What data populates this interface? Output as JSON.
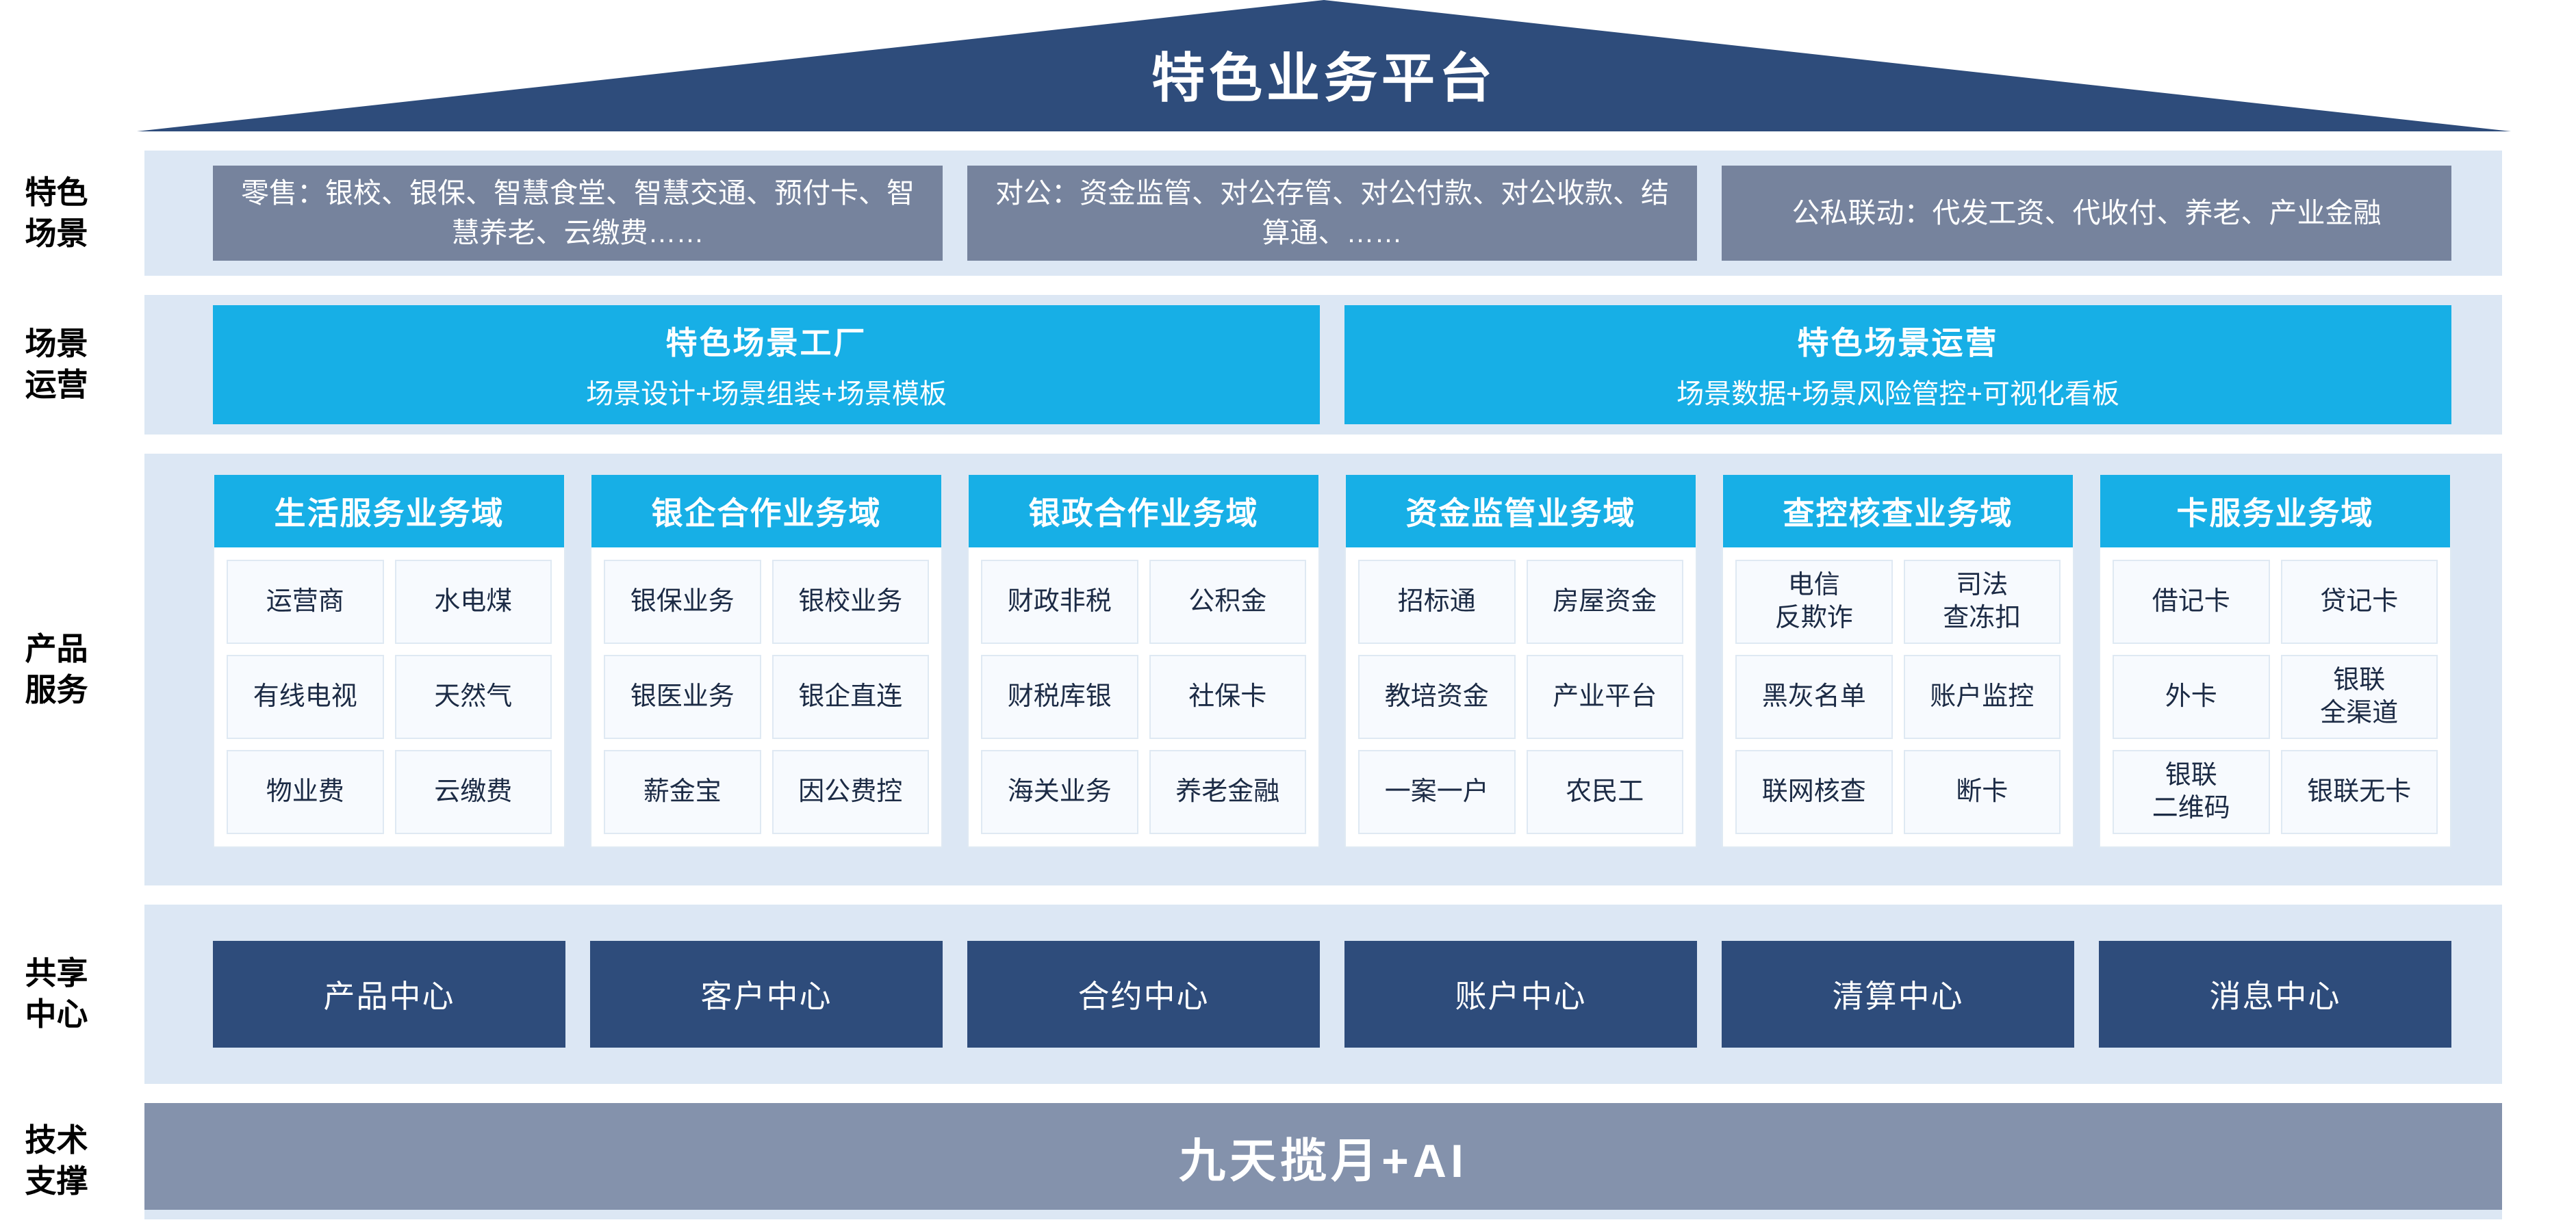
{
  "title": "特色业务平台",
  "colors": {
    "navy": "#2E4C7B",
    "band": "#DCE7F4",
    "gray": "#76839D",
    "cyan": "#17AFE6",
    "steel": "#8492AC",
    "cell_bg": "#F7FAFE",
    "cell_border": "#DFE9F3",
    "text_dark": "#1C2B45"
  },
  "rows": {
    "scenes": {
      "label": "特色\n场景",
      "boxes": [
        "零售：银校、银保、智慧食堂、智慧交通、预付卡、智慧养老、云缴费……",
        "对公：资金监管、对公存管、对公付款、对公收款、结算通、……",
        "公私联动：代发工资、代收付、养老、产业金融"
      ]
    },
    "operations": {
      "label": "场景\n运营",
      "boxes": [
        {
          "title": "特色场景工厂",
          "subtitle": "场景设计+场景组装+场景模板"
        },
        {
          "title": "特色场景运营",
          "subtitle": "场景数据+场景风险管控+可视化看板"
        }
      ]
    },
    "products": {
      "label": "产品\n服务",
      "columns": [
        {
          "title": "生活服务业务域",
          "cells": [
            "运营商",
            "水电煤",
            "有线电视",
            "天然气",
            "物业费",
            "云缴费"
          ]
        },
        {
          "title": "银企合作业务域",
          "cells": [
            "银保业务",
            "银校业务",
            "银医业务",
            "银企直连",
            "薪金宝",
            "因公费控"
          ]
        },
        {
          "title": "银政合作业务域",
          "cells": [
            "财政非税",
            "公积金",
            "财税库银",
            "社保卡",
            "海关业务",
            "养老金融"
          ]
        },
        {
          "title": "资金监管业务域",
          "cells": [
            "招标通",
            "房屋资金",
            "教培资金",
            "产业平台",
            "一案一户",
            "农民工"
          ]
        },
        {
          "title": "查控核查业务域",
          "cells": [
            "电信\n反欺诈",
            "司法\n查冻扣",
            "黑灰名单",
            "账户监控",
            "联网核查",
            "断卡"
          ]
        },
        {
          "title": "卡服务业务域",
          "cells": [
            "借记卡",
            "贷记卡",
            "外卡",
            "银联\n全渠道",
            "银联\n二维码",
            "银联无卡"
          ]
        }
      ]
    },
    "shared": {
      "label": "共享\n中心",
      "boxes": [
        "产品中心",
        "客户中心",
        "合约中心",
        "账户中心",
        "清算中心",
        "消息中心"
      ]
    },
    "tech": {
      "label": "技术\n支撑",
      "box": "九天揽月+AI"
    }
  }
}
